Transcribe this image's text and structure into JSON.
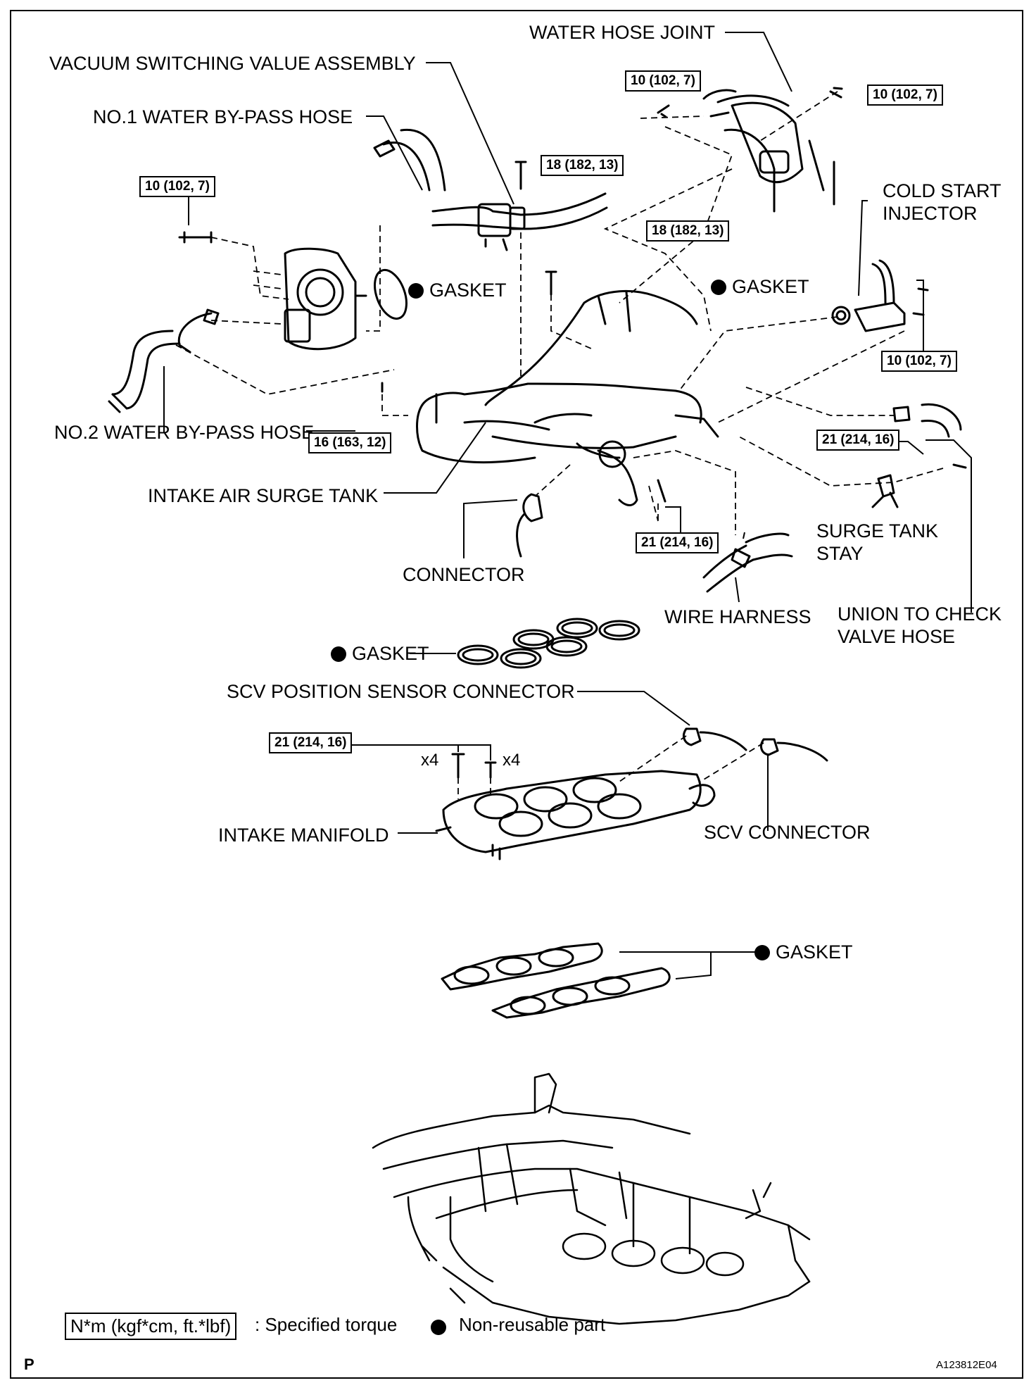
{
  "labels": {
    "water_hose_joint": "WATER HOSE JOINT",
    "vsv_assembly": "VACUUM SWITCHING VALUE ASSEMBLY",
    "no1_bypass_hose": "NO.1 WATER BY-PASS HOSE",
    "cold_start_injector": "COLD START\nINJECTOR",
    "no2_bypass_hose": "NO.2 WATER BY-PASS HOSE",
    "intake_air_surge_tank": "INTAKE AIR SURGE TANK",
    "connector": "CONNECTOR",
    "wire_harness": "WIRE HARNESS",
    "surge_tank_stay": "SURGE TANK\nSTAY",
    "union_check_valve_hose": "UNION TO CHECK\nVALVE HOSE",
    "scv_position_sensor_connector": "SCV POSITION SENSOR CONNECTOR",
    "intake_manifold": "INTAKE MANIFOLD",
    "scv_connector": "SCV CONNECTOR",
    "gasket": "GASKET"
  },
  "torques": {
    "t_10": "10 (102, 7)",
    "t_18": "18 (182, 13)",
    "t_16": "16 (163, 12)",
    "t_21": "21 (214, 16)"
  },
  "multipliers": {
    "bolts": "x4",
    "nuts": "x4"
  },
  "legend": {
    "torque_unit": "N*m (kgf*cm, ft.*lbf)",
    "torque_text": ": Specified torque",
    "nonreusable_text": "Non-reusable part"
  },
  "footer": {
    "page_letter": "P",
    "figure_id": "A123812E04"
  }
}
